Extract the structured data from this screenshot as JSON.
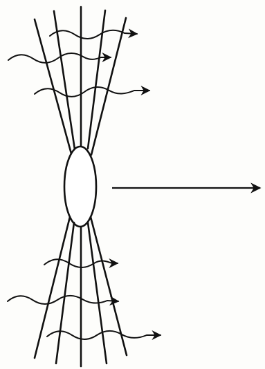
{
  "diagram": {
    "kind": "line-drawing",
    "elements": [
      "fan-of-straight-lines-upper",
      "fan-of-straight-lines-lower",
      "central-ellipse",
      "wavy-arrows-upper",
      "wavy-arrows-lower",
      "straight-arrow-right"
    ],
    "colors": {
      "background": "#fdfdfb",
      "ink": "#111111"
    }
  }
}
